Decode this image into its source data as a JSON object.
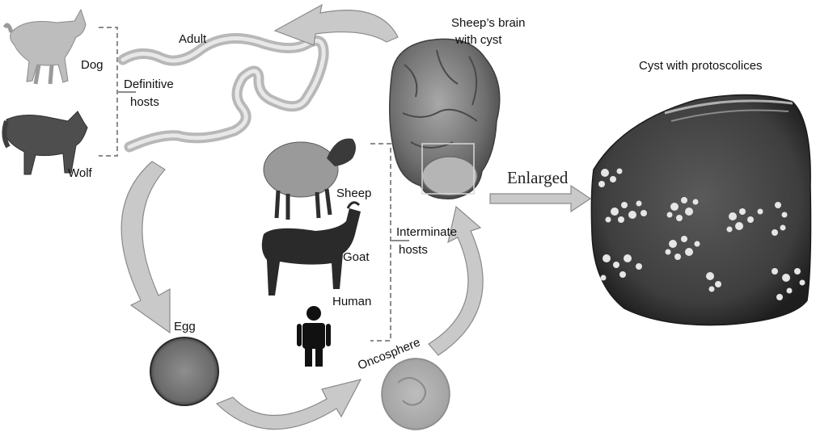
{
  "labels": {
    "dog": "Dog",
    "wolf": "Wolf",
    "adult": "Adult",
    "definitive_line1": "Definitive",
    "definitive_line2": "hosts",
    "brain_line1": "Sheep’s brain",
    "brain_line2": "with cyst",
    "cyst_title": "Cyst with  protoscolices",
    "enlarged": "Enlarged",
    "sheep": "Sheep",
    "goat": "Goat",
    "human": "Human",
    "intermediate_line1": "Interminate",
    "intermediate_line2": "hosts",
    "egg": "Egg",
    "oncosphere": "Oncosphere"
  },
  "colors": {
    "arrow_fill": "#c9c9c9",
    "arrow_stroke": "#8a8a8a",
    "bracket": "#8c8c8c",
    "dish": "#3a3a3a",
    "colonies": "#e6e6e6",
    "brain": "#7a7a7a"
  }
}
